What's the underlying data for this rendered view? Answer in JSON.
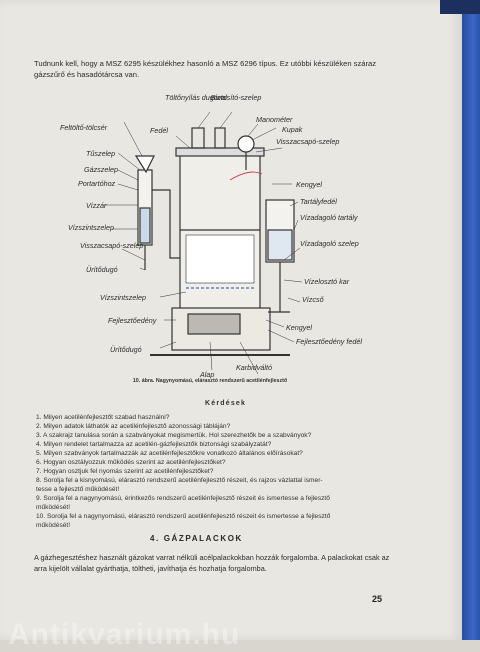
{
  "intro": "Tudnunk kell, hogy a MSZ 6295 készülékhez hasonló a MSZ 6296 típus. Ez utóbbi készüléken száraz gázszűrő és hasadótárcsa van.",
  "diagram_labels": [
    "Töltőnyílás dugóval",
    "Biztosító-szelep",
    "Feltöltő-tölcsér",
    "Fedél",
    "Manométer",
    "Kupak",
    "Visszacsapó-szelep",
    "Tűszelep",
    "Gázszelep",
    "Kengyel",
    "Portartóhoz",
    "Tartályfedél",
    "Vízzár",
    "Vízadagoló tartály",
    "Vízszintszelep",
    "Visszacsapó-szelep",
    "Ürítődugó",
    "Vízadagoló szelep",
    "Vízelosztó kar",
    "Vízszintszelep",
    "Vízcső",
    "Fejlesztőedény",
    "Kengyel",
    "Fejlesztőedény fedél",
    "Ürítődugó",
    "Alap",
    "Karbidváltó"
  ],
  "caption": "10. ábra. Nagynyomású, elárasztó rendszerű acetilénfejlesztő",
  "questions_heading": "Kérdések",
  "questions": [
    "1. Milyen acetilénfejlesztőt szabad használni?",
    "2. Milyen adatok láthatók az acetilénfejlesztő azonossági tábláján?",
    "3. A szakrajz tanulása során a szabványokat megismertük. Hol szerezhetők be a szabványok?",
    "4. Milyen rendelet tartalmazza az acetilén-gázfejlesztők biztonsági szabályzatát?",
    "5. Milyen szabványok tartalmazzák az acetilénfejlesztőkre vonatkozó általános előírásokat?",
    "6. Hogyan osztályozzuk működés szerint az acetilénfejlesztőket?",
    "7. Hogyan osztjuk fel nyomás szerint az acetilénfejlesztőket?",
    "8. Sorolja fel a kisnyomású, elárasztó rendszerű acetilénfejlesztő részeit, és rajzos vázlattal ismer-",
    "tesse a fejlesztő működését!",
    "9. Sorolja fel a nagynyomású, érintkezős rendszerű acetilénfejlesztő részeit és ismertesse a fejlesztő",
    "működését!",
    "10. Sorolja fel a nagynyomású, elárasztó rendszerű acetilénfejlesztő részeit és ismertesse a fejlesztő",
    "működését!"
  ],
  "section_title": "4. GÁZPALACKOK",
  "paragraph": "A gázhegesztéshez használt gázokat varrat nélküli acélpalackokban hozzák forgalomba. A palackokat csak az arra kijelölt vállalat gyárthatja, töltheti, javíthatja és hozhatja forgalomba.",
  "page_number": "25",
  "watermark": "Antikvarium.hu"
}
